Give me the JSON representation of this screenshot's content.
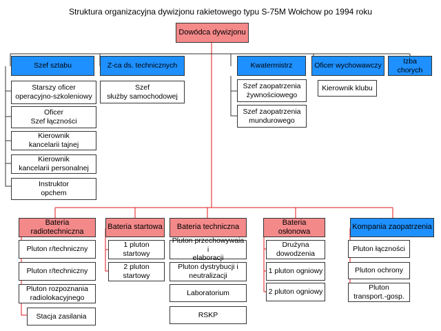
{
  "title": "Struktura organizacyjna dywizjonu rakietowego typu S-75M Wołchow po 1994 roku",
  "colors": {
    "command": "#f4898a",
    "staff": "#1e90ff",
    "line_red": "#e0151a",
    "line_dark": "#333333"
  },
  "commander": "Dowódca dywizjonu",
  "staff": {
    "szef_sztabu": {
      "label": "Szef sztabu",
      "items": [
        "Starszy oficer\noperacyjno-szkoleniowy",
        "Oficer\nSzef łączności",
        "Kierownik\nkancelarii tajnej",
        "Kierownik\nkancelarii personalnej",
        "Instruktor\nopchem"
      ]
    },
    "zca_technicznych": {
      "label": "Z-ca ds. technicznych",
      "items": [
        "Szef\nsłużby samochodowej"
      ]
    },
    "kwatermistrz": {
      "label": "Kwatermistrz",
      "items": [
        "Szef zaopatrzenia\nżywnościowego",
        "Szef zaopatrzenia\nmundurowego"
      ]
    },
    "oficer_wychowawczy": {
      "label": "Oficer wychowawczy",
      "items": [
        "Kierownik klubu"
      ]
    },
    "izba_chorych": {
      "label": "Izba chorych"
    }
  },
  "units": {
    "radiotechniczna": {
      "label": "Bateria radiotechniczna",
      "items": [
        "Pluton r/techniczny",
        "Pluton r/techniczny",
        "Pluton rozpoznania\nradiolokacyjnego",
        "Stacja zasilania"
      ]
    },
    "startowa": {
      "label": "Bateria startowa",
      "items": [
        "1 pluton startowy",
        "2 pluton startowy"
      ]
    },
    "techniczna": {
      "label": "Bateria techniczna",
      "items": [
        "Pluton przechowywaia i\nelaboracji",
        "Pluton dystrybucji i\nneutralizacji",
        "Laboratorium",
        "RSKP"
      ]
    },
    "oslonowa": {
      "label": "Bateria osłonowa",
      "items": [
        "Drużyna\ndowodzenia",
        "1 pluton ogniowy",
        "2 pluton ogniowy"
      ]
    },
    "zaopatrzenia": {
      "label": "Kompania zaopatrzenia",
      "items": [
        "Pluton łączności",
        "Pluton ochrony",
        "Pluton\ntransport.-gosp."
      ]
    }
  }
}
